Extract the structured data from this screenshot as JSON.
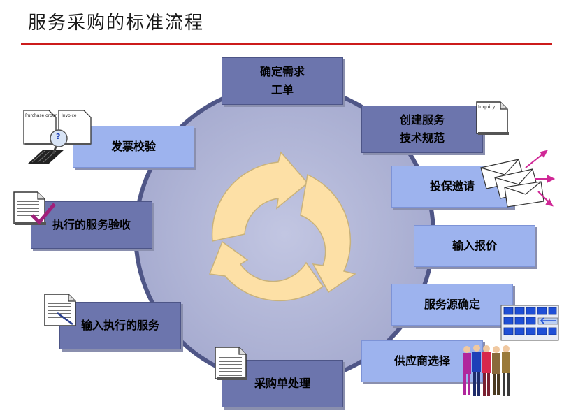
{
  "page": {
    "title": "服务采购的标准流程"
  },
  "colors": {
    "title_rule": "#cc1b1b",
    "big_circle": "#b0b5d6",
    "circle_border": "#4f5687",
    "arrow_fill": "#fde0a6",
    "box_dark": "#6c75ad",
    "box_light": "#9db3ee"
  },
  "steps": {
    "define_need": "确定需求\n工单",
    "create_spec": "创建服务\n技术规范",
    "invite_bids": "投保邀请",
    "enter_quote": "输入报价",
    "source_determination": "服务源确定",
    "supplier_selection": "供应商选择",
    "po_processing": "采购单处理",
    "enter_services": "输入执行的服务",
    "acceptance": "执行的服务验收",
    "invoice_verification": "发票校验"
  },
  "icons": {
    "inquiry_doc": {
      "label": "Inquiry"
    },
    "purchase_order_doc": {
      "label": "Purchase order"
    },
    "invoice_doc": {
      "label": "Invoice"
    }
  }
}
